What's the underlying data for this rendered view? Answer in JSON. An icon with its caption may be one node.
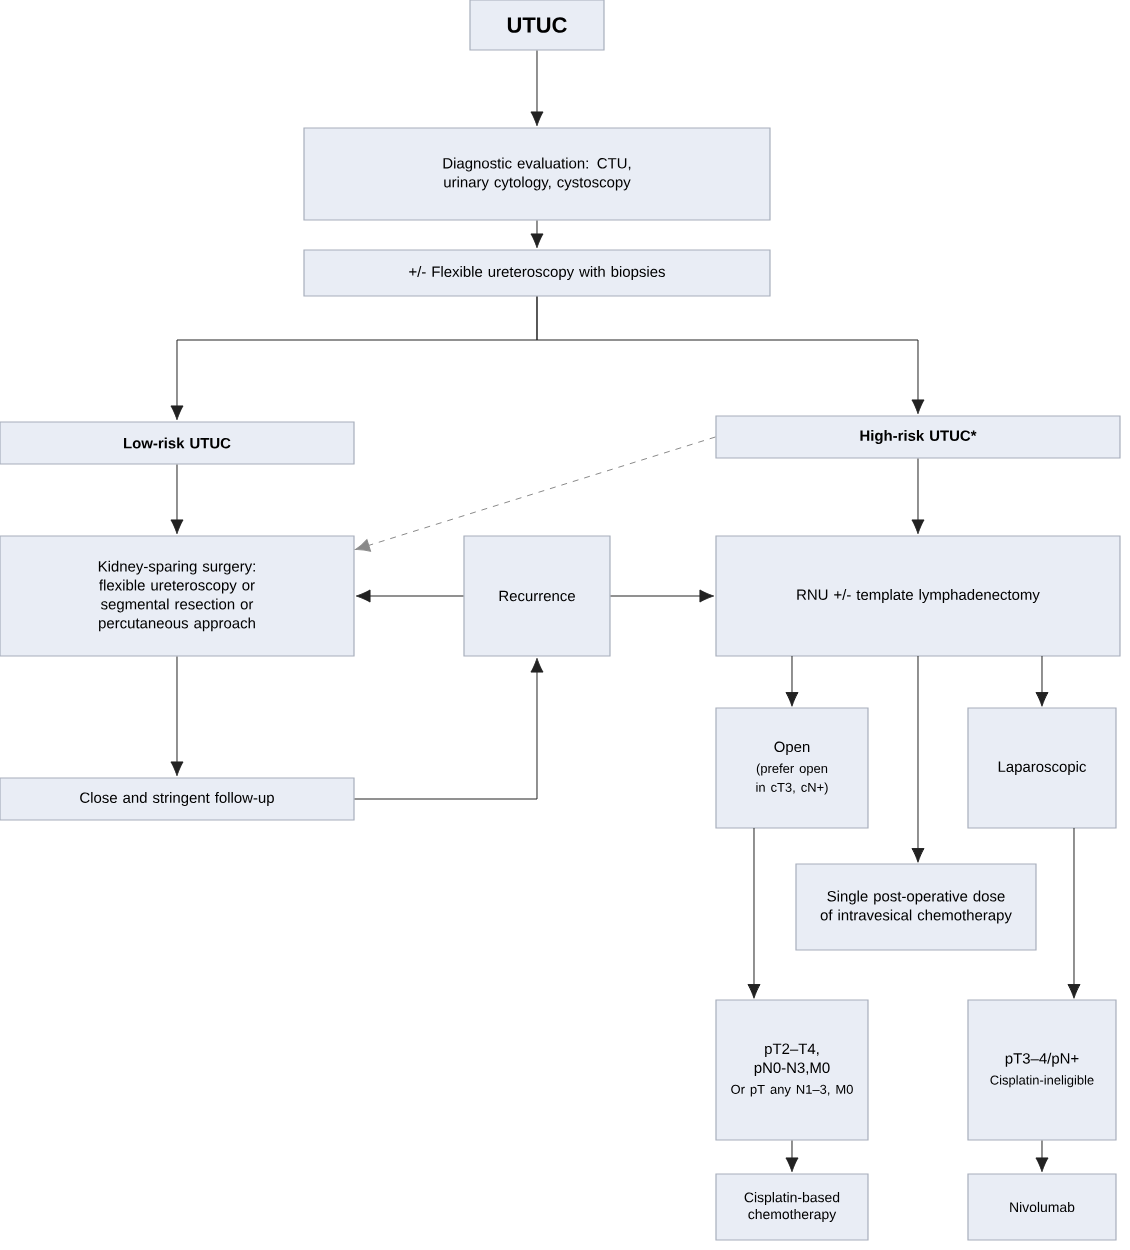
{
  "diagram": {
    "nodes": [
      {
        "text": [
          "UTUC"
        ]
      },
      {
        "text": [
          "Diagnostic evaluation: CTU, urinary cytology, cystoscopy"
        ]
      },
      {
        "text": [
          "+/- Flexible ureteroscopy with biopsies"
        ]
      },
      {
        "text": [
          "Low-risk UTUC"
        ]
      },
      {
        "text": [
          "High-risk UTUC*"
        ]
      },
      {
        "text": [
          "Kidney-sparing surgery: flexible ureteroscopy or segmental resection or percutaneous approach"
        ]
      },
      {
        "text": [
          "Recurrence"
        ]
      },
      {
        "text": [
          "RNU +/- template lymphadenectomy"
        ]
      },
      {
        "text": [
          "Close and stringent follow-up"
        ]
      },
      {
        "text": [
          "Open",
          "(prefer open in cT3, cN+)"
        ]
      },
      {
        "text": [
          "Laparoscopic"
        ]
      },
      {
        "text": [
          "Single post-operative dose of intravesical chemotherapy"
        ]
      },
      {
        "text": [
          "pT2–T4, pN0-N3,M0",
          "Or pT any N1–3, M0"
        ]
      },
      {
        "text": [
          "pT3–4/pN+",
          "Cisplatin-ineligible"
        ]
      },
      {
        "text": [
          "Cisplatin-based chemotherapy"
        ]
      },
      {
        "text": [
          "Nivolumab"
        ]
      }
    ],
    "edges": [
      {
        "from": 0,
        "to": 1,
        "arrow": "to"
      },
      {
        "from": 1,
        "to": 2,
        "arrow": "to"
      },
      {
        "from": 2,
        "to": 3,
        "arrow": "to"
      },
      {
        "from": 2,
        "to": 4,
        "arrow": "to"
      },
      {
        "from": 3,
        "to": 5,
        "arrow": "to"
      },
      {
        "from": 4,
        "to": 5,
        "arrow": "to",
        "style": "dashed",
        "color": "#8a8a8a"
      },
      {
        "from": 6,
        "to": 5,
        "arrow": "to"
      },
      {
        "from": 6,
        "to": 7,
        "arrow": "to"
      },
      {
        "from": 5,
        "to": 8,
        "arrow": "to"
      },
      {
        "from": 8,
        "to": 6,
        "arrow": "to"
      },
      {
        "from": 4,
        "to": 7,
        "arrow": "to"
      },
      {
        "from": 7,
        "to": 9,
        "arrow": "to"
      },
      {
        "from": 7,
        "to": 10,
        "arrow": "to"
      },
      {
        "from": 7,
        "to": 11,
        "arrow": "to"
      },
      {
        "from": 9,
        "to": 12,
        "arrow": "to"
      },
      {
        "from": 10,
        "to": 13,
        "arrow": "to"
      },
      {
        "from": 12,
        "to": 14,
        "arrow": "to"
      },
      {
        "from": 13,
        "to": 15,
        "arrow": "to"
      }
    ]
  }
}
